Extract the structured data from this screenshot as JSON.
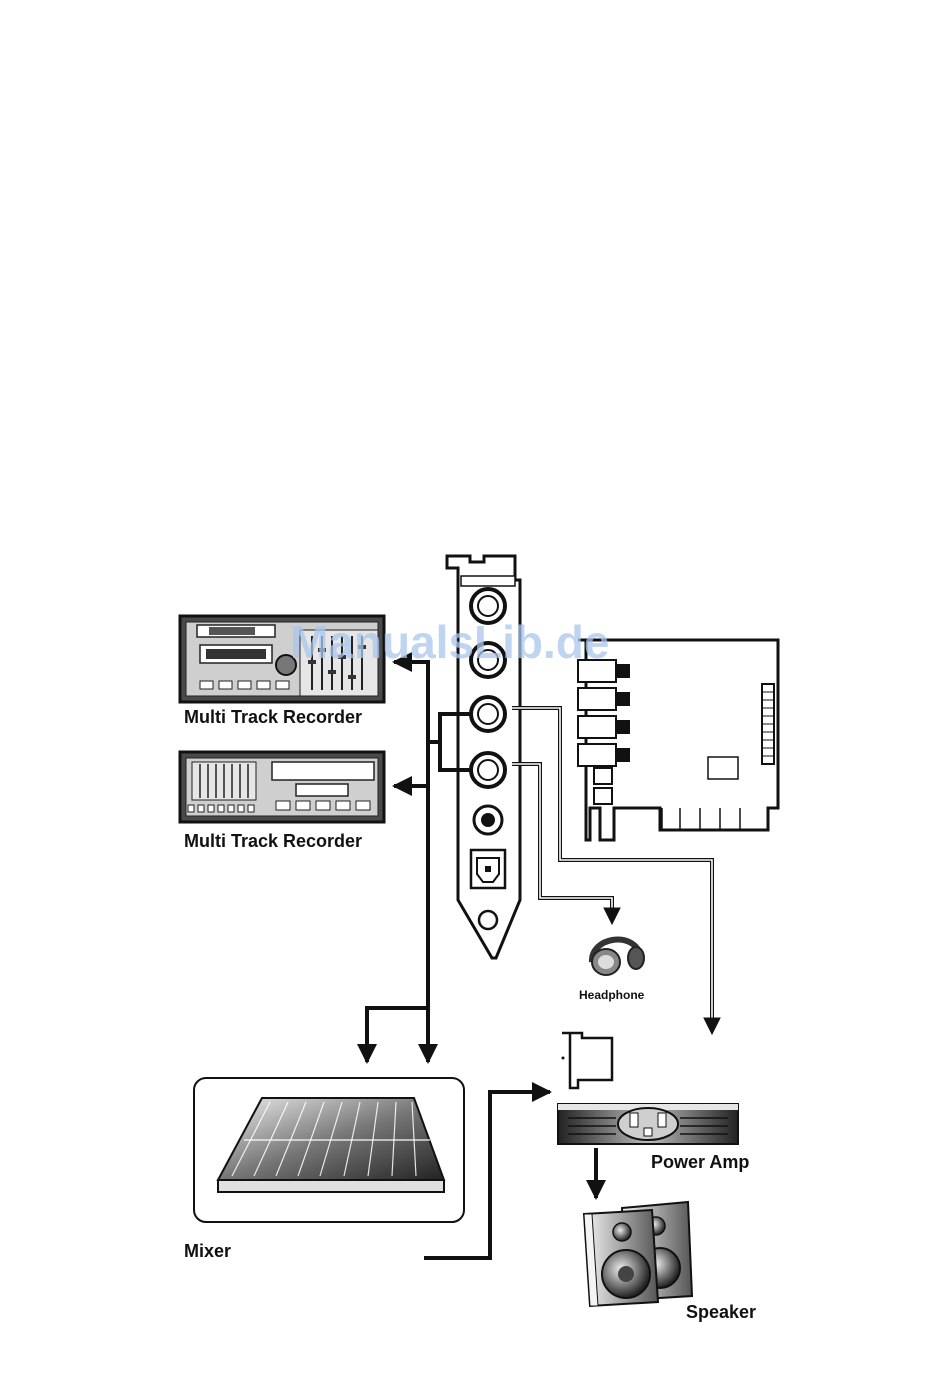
{
  "labels": {
    "recorder_top": "Multi Track Recorder",
    "recorder_bottom": "Multi Track Recorder",
    "headphone": "Headphone",
    "power_amp": "Power Amp",
    "mixer": "Mixer",
    "speaker": "Speaker"
  },
  "watermark": "ManualsLib.de",
  "colors": {
    "ink": "#111111",
    "panel": "#3a3a3a",
    "metal": "#b8b8b8",
    "watermark": "#a9c6ec"
  }
}
